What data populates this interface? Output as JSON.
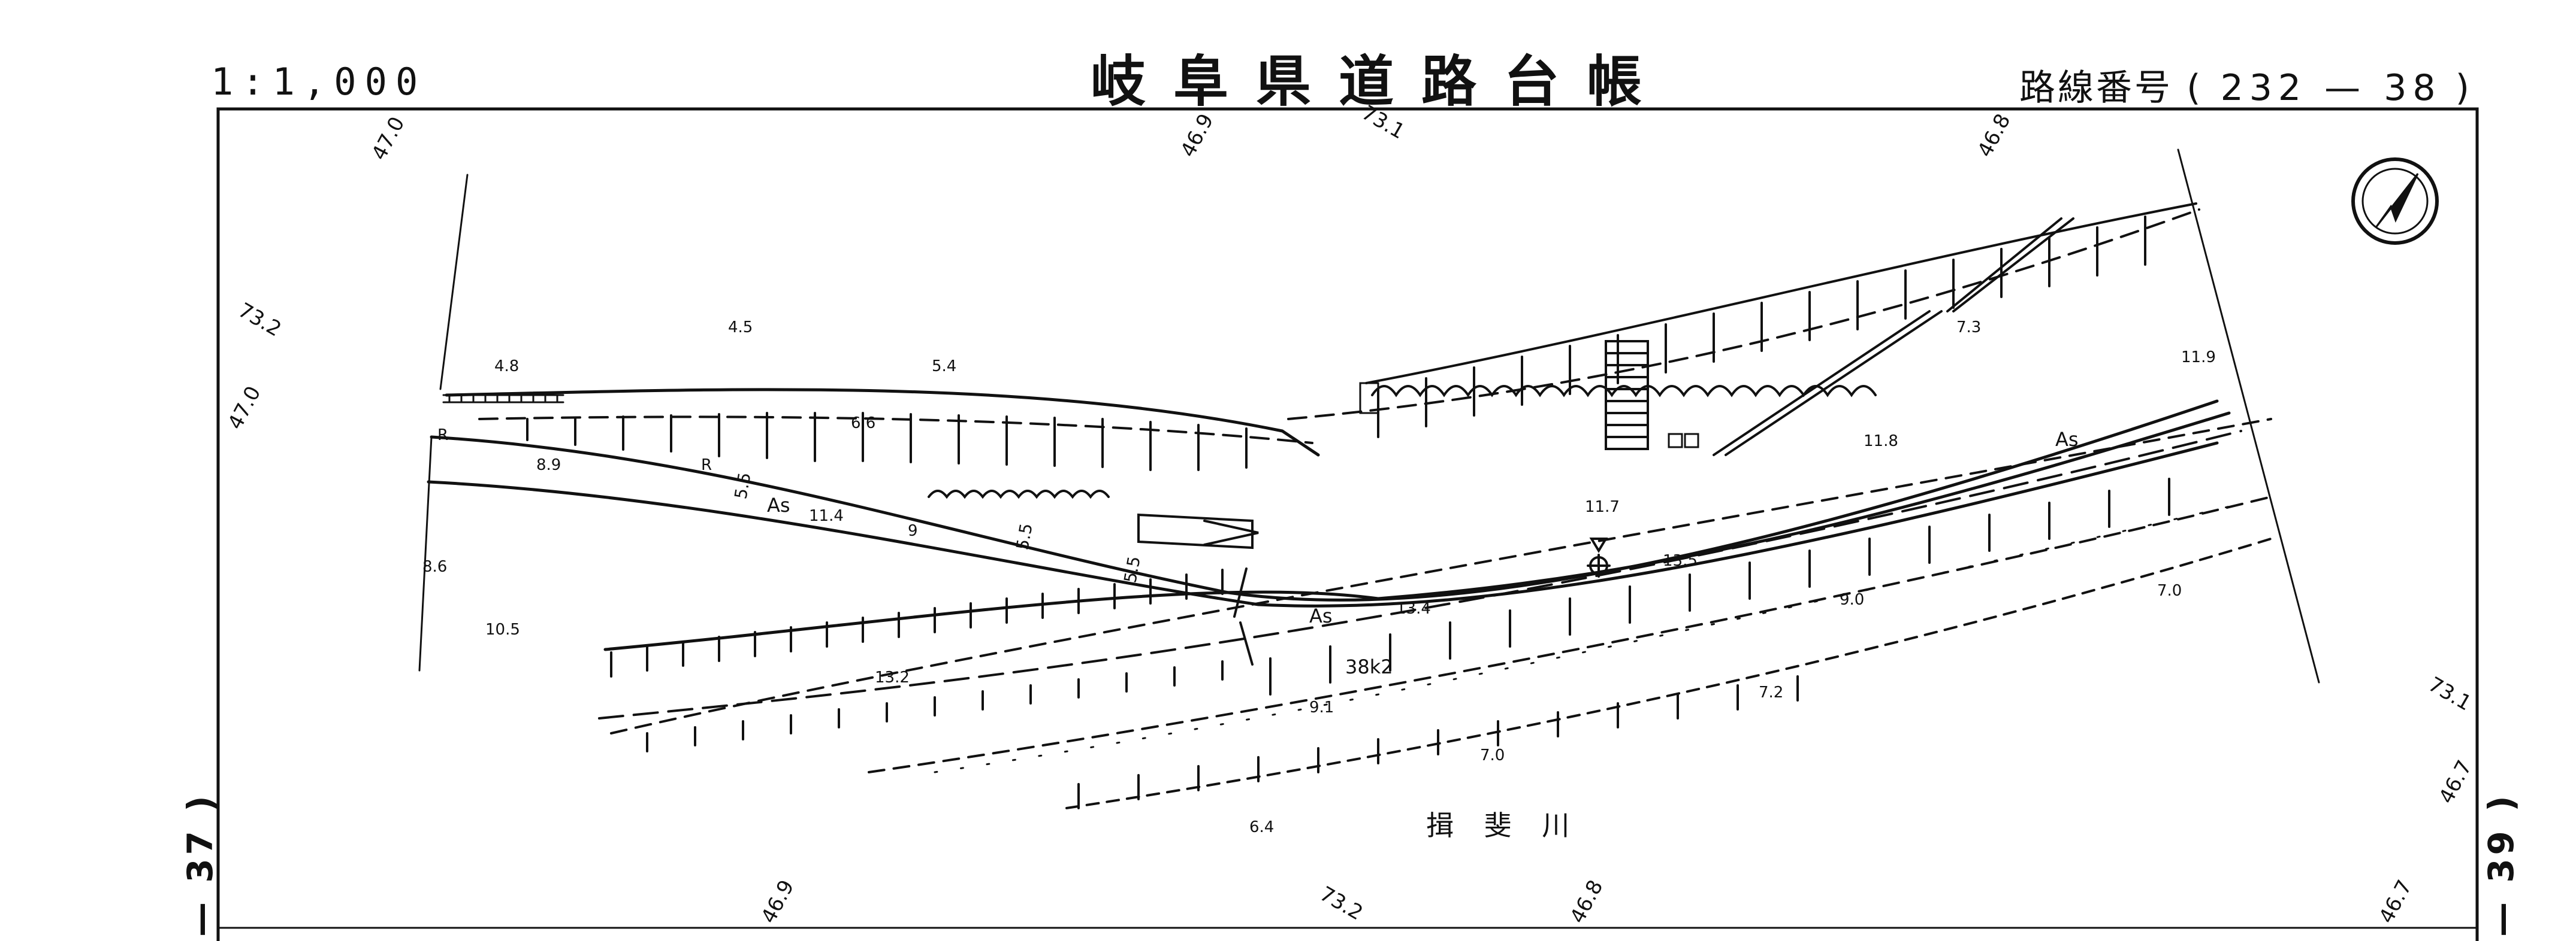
{
  "header": {
    "scale": "1:1,000",
    "title": "岐阜県道路台帳",
    "route_label": "路線番号",
    "route_open": "(",
    "route_number": "232 — 38",
    "route_close": ")"
  },
  "side_refs": {
    "left": "— 37 )",
    "right": "— 39 )"
  },
  "river_name": "揖 斐 川",
  "road_marks": {
    "asphalt": "As",
    "right_of_way": "R"
  },
  "station": "38k2",
  "contours_top": [
    "47.0",
    "46.9",
    "73.1",
    "46.8"
  ],
  "contours_bottom": [
    "46.9",
    "73.2",
    "46.8",
    "46.7"
  ],
  "contours_left": [
    "73.2",
    "47.0"
  ],
  "contours_right": [
    "73.1",
    "46.7"
  ],
  "spot_heights": [
    "4.8",
    "4.5",
    "5.4",
    "6.6",
    "8.9",
    "11.4",
    "9",
    "8.6",
    "10.5",
    "13.2",
    "13.4",
    "11.7",
    "13.5",
    "11.8",
    "11.9",
    "7.3",
    "9.0",
    "7.0",
    "9.1",
    "7.2",
    "7.0",
    "6.4"
  ],
  "widths": [
    "5.5",
    "5.5",
    "5.5"
  ],
  "colors": {
    "ink": "#111111",
    "paper": "#ffffff"
  }
}
